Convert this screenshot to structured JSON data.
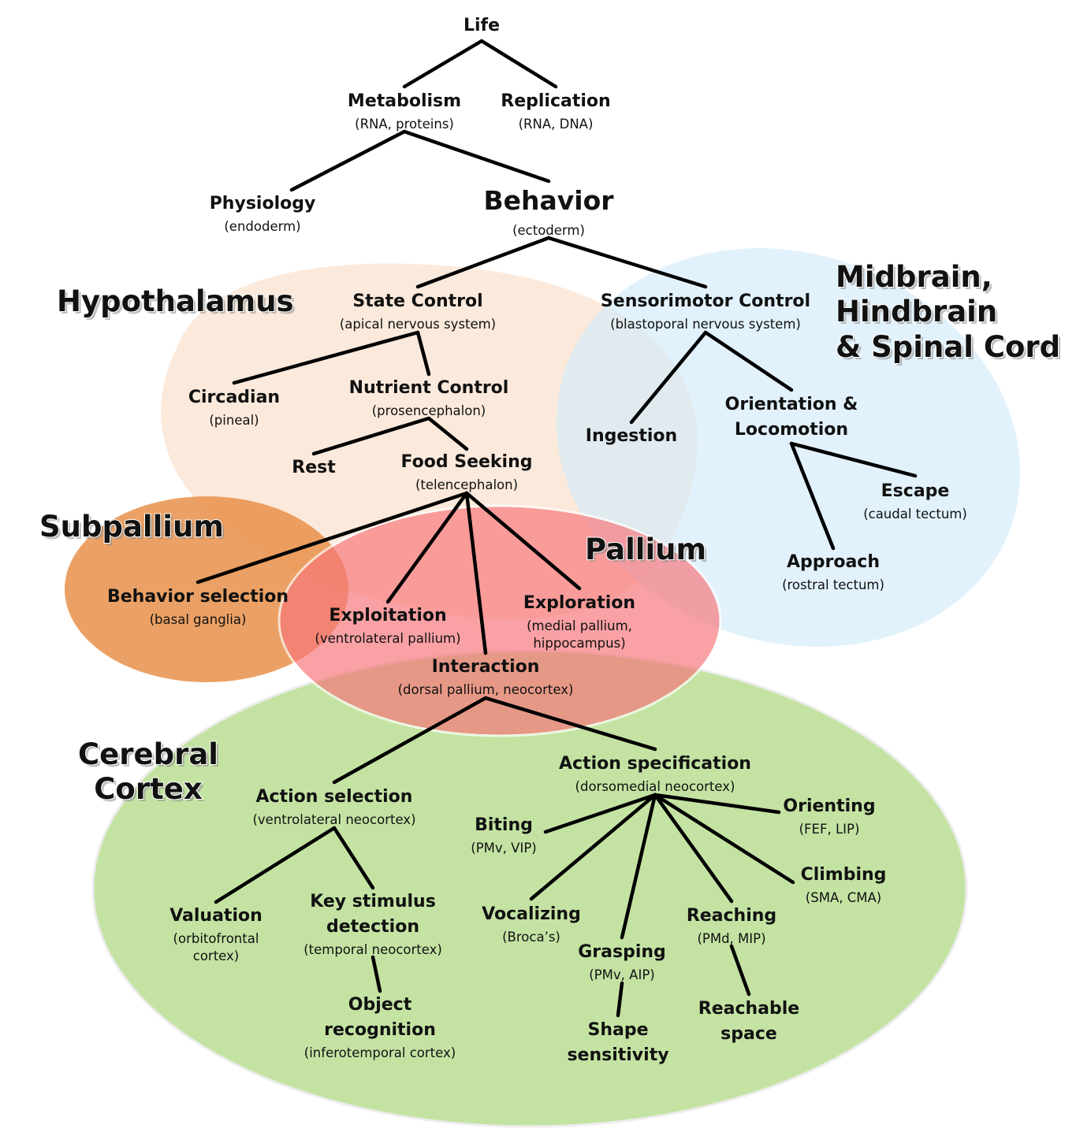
{
  "colors": {
    "hypothalamus": "#f9dcc4",
    "midbrain": "#cfe9fb",
    "subpallium": "#e8904a",
    "pallium": "#f7767a",
    "cerebral_cortex": "#b4dc8a",
    "edge": "#000000"
  },
  "regions": {
    "hypothalamus": "Hypothalamus",
    "midbrain": [
      "Midbrain,",
      "Hindbrain",
      "& Spinal Cord"
    ],
    "subpallium": "Subpallium",
    "pallium": "Pallium",
    "cerebral_cortex": [
      "Cerebral",
      "Cortex"
    ]
  },
  "nodes": {
    "life": {
      "title": [
        "Life"
      ],
      "sub": []
    },
    "metabolism": {
      "title": [
        "Metabolism"
      ],
      "sub": [
        "(RNA, proteins)"
      ]
    },
    "replication": {
      "title": [
        "Replication"
      ],
      "sub": [
        "(RNA, DNA)"
      ]
    },
    "physiology": {
      "title": [
        "Physiology"
      ],
      "sub": [
        "(endoderm)"
      ]
    },
    "behavior": {
      "title": [
        "Behavior"
      ],
      "sub": [
        "(ectoderm)"
      ]
    },
    "state_control": {
      "title": [
        "State Control"
      ],
      "sub": [
        "(apical nervous system)"
      ]
    },
    "sensorimotor_control": {
      "title": [
        "Sensorimotor Control"
      ],
      "sub": [
        "(blastoporal nervous system)"
      ]
    },
    "circadian": {
      "title": [
        "Circadian"
      ],
      "sub": [
        "(pineal)"
      ]
    },
    "nutrient_control": {
      "title": [
        "Nutrient Control"
      ],
      "sub": [
        "(prosencephalon)"
      ]
    },
    "ingestion": {
      "title": [
        "Ingestion"
      ],
      "sub": []
    },
    "orientation_locomotion": {
      "title": [
        "Orientation &",
        "Locomotion"
      ],
      "sub": []
    },
    "rest": {
      "title": [
        "Rest"
      ],
      "sub": []
    },
    "food_seeking": {
      "title": [
        "Food Seeking"
      ],
      "sub": [
        "(telencephalon)"
      ]
    },
    "escape": {
      "title": [
        "Escape"
      ],
      "sub": [
        "(caudal tectum)"
      ]
    },
    "approach": {
      "title": [
        "Approach"
      ],
      "sub": [
        "(rostral tectum)"
      ]
    },
    "behavior_selection": {
      "title": [
        "Behavior selection"
      ],
      "sub": [
        "(basal ganglia)"
      ]
    },
    "exploitation": {
      "title": [
        "Exploitation"
      ],
      "sub": [
        "(ventrolateral pallium)"
      ]
    },
    "exploration": {
      "title": [
        "Exploration"
      ],
      "sub": [
        "(medial pallium,",
        "hippocampus)"
      ]
    },
    "interaction": {
      "title": [
        "Interaction"
      ],
      "sub": [
        "(dorsal pallium, neocortex)"
      ]
    },
    "action_selection": {
      "title": [
        "Action selection"
      ],
      "sub": [
        "(ventrolateral neocortex)"
      ]
    },
    "action_specification": {
      "title": [
        "Action specification"
      ],
      "sub": [
        "(dorsomedial neocortex)"
      ]
    },
    "biting": {
      "title": [
        "Biting"
      ],
      "sub": [
        "(PMv, VIP)"
      ]
    },
    "orienting": {
      "title": [
        "Orienting"
      ],
      "sub": [
        "(FEF, LIP)"
      ]
    },
    "climbing": {
      "title": [
        "Climbing"
      ],
      "sub": [
        "(SMA, CMA)"
      ]
    },
    "valuation": {
      "title": [
        "Valuation"
      ],
      "sub": [
        "(orbitofrontal",
        "cortex)"
      ]
    },
    "key_stimulus": {
      "title": [
        "Key stimulus",
        "detection"
      ],
      "sub": [
        "(temporal neocortex)"
      ]
    },
    "vocalizing": {
      "title": [
        "Vocalizing"
      ],
      "sub": [
        "(Broca’s)"
      ]
    },
    "grasping": {
      "title": [
        "Grasping"
      ],
      "sub": [
        "(PMv, AIP)"
      ]
    },
    "reaching": {
      "title": [
        "Reaching"
      ],
      "sub": [
        "(PMd, MIP)"
      ]
    },
    "object_recognition": {
      "title": [
        "Object",
        "recognition"
      ],
      "sub": [
        "(inferotemporal cortex)"
      ]
    },
    "shape_sensitivity": {
      "title": [
        "Shape",
        "sensitivity"
      ],
      "sub": []
    },
    "reachable_space": {
      "title": [
        "Reachable",
        "space"
      ],
      "sub": []
    }
  },
  "edges": [
    [
      "life",
      "metabolism"
    ],
    [
      "life",
      "replication"
    ],
    [
      "metabolism",
      "physiology"
    ],
    [
      "metabolism",
      "behavior"
    ],
    [
      "behavior",
      "state_control"
    ],
    [
      "behavior",
      "sensorimotor_control"
    ],
    [
      "state_control",
      "circadian"
    ],
    [
      "state_control",
      "nutrient_control"
    ],
    [
      "sensorimotor_control",
      "ingestion"
    ],
    [
      "sensorimotor_control",
      "orientation_locomotion"
    ],
    [
      "nutrient_control",
      "rest"
    ],
    [
      "nutrient_control",
      "food_seeking"
    ],
    [
      "orientation_locomotion",
      "escape"
    ],
    [
      "orientation_locomotion",
      "approach"
    ],
    [
      "food_seeking",
      "behavior_selection"
    ],
    [
      "food_seeking",
      "exploitation"
    ],
    [
      "food_seeking",
      "interaction"
    ],
    [
      "food_seeking",
      "exploration"
    ],
    [
      "interaction",
      "action_selection"
    ],
    [
      "interaction",
      "action_specification"
    ],
    [
      "action_selection",
      "valuation"
    ],
    [
      "action_selection",
      "key_stimulus"
    ],
    [
      "key_stimulus",
      "object_recognition"
    ],
    [
      "action_specification",
      "biting"
    ],
    [
      "action_specification",
      "orienting"
    ],
    [
      "action_specification",
      "climbing"
    ],
    [
      "action_specification",
      "vocalizing"
    ],
    [
      "action_specification",
      "grasping"
    ],
    [
      "action_specification",
      "reaching"
    ],
    [
      "grasping",
      "shape_sensitivity"
    ],
    [
      "reaching",
      "reachable_space"
    ]
  ]
}
